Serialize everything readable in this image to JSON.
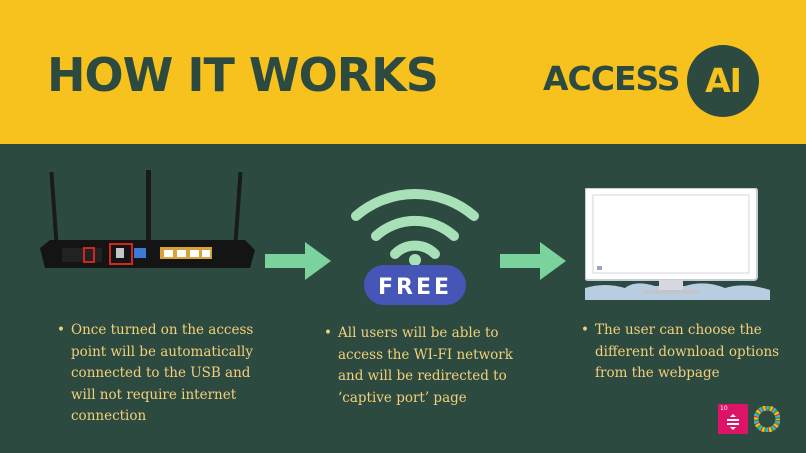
{
  "header": {
    "title": "HOW IT WORKS",
    "brand_word": "ACCESS",
    "brand_badge": "AI"
  },
  "steps": [
    {
      "text": "Once turned on the access point will be automatically connected to the USB and will not require internet connection"
    },
    {
      "text": "All users will be able to access the WI-FI network and will be redirected to ‘captive port’ page"
    },
    {
      "text": "The user can choose the different download options from the webpage"
    }
  ],
  "wifi_badge": "FREE",
  "sdg": {
    "number": "10"
  },
  "colors": {
    "header_bg": "#f7c21e",
    "main_bg": "#2d4a40",
    "text_yellow": "#f2d07a",
    "arrow_green": "#7ad39c",
    "wifi_green": "#a8e0b8",
    "wifi_blue": "#4656b6",
    "sdg_pink": "#dd1367"
  }
}
